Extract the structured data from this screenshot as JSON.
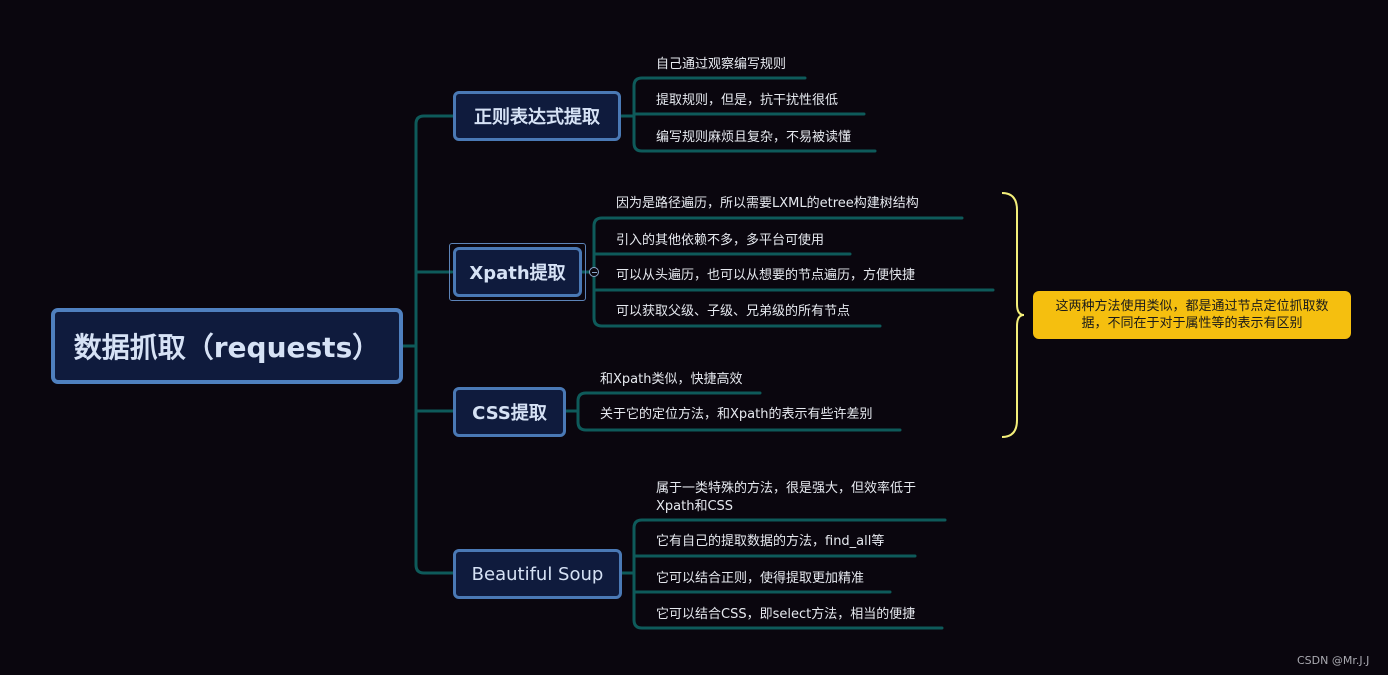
{
  "root": {
    "label": "数据抓取（requests）"
  },
  "branches": [
    {
      "label": "正则表达式提取",
      "leaves": [
        "自己通过观察编写规则",
        "提取规则，但是，抗干扰性很低",
        "编写规则麻烦且复杂，不易被读懂"
      ]
    },
    {
      "label": "Xpath提取",
      "leaves": [
        "因为是路径遍历，所以需要LXML的etree构建树结构",
        "引入的其他依赖不多，多平台可使用",
        "可以从头遍历，也可以从想要的节点遍历，方便快捷",
        "可以获取父级、子级、兄弟级的所有节点"
      ]
    },
    {
      "label": "CSS提取",
      "leaves": [
        "和Xpath类似，快捷高效",
        "关于它的定位方法，和Xpath的表示有些许差别"
      ]
    },
    {
      "label": "Beautiful Soup",
      "leaves": [
        "属于一类特殊的方法，很是强大，但效率低于Xpath和CSS",
        "它有自己的提取数据的方法，find_all等",
        "它可以结合正则，使得提取更加精准",
        "它可以结合CSS，即select方法，相当的便捷"
      ]
    }
  ],
  "summary_note": "这两种方法使用类似，都是通过节点定位抓取数据，不同在于对于属性等的表示有区别",
  "watermark": "CSDN @Mr.J.J",
  "colors": {
    "background": "#0a060e",
    "node_fill": "#0f1b3d",
    "node_border": "#4a79b5",
    "connector": "#0e5a5a",
    "bracket": "#f3ee7a",
    "note_fill": "#f5bf0f"
  }
}
